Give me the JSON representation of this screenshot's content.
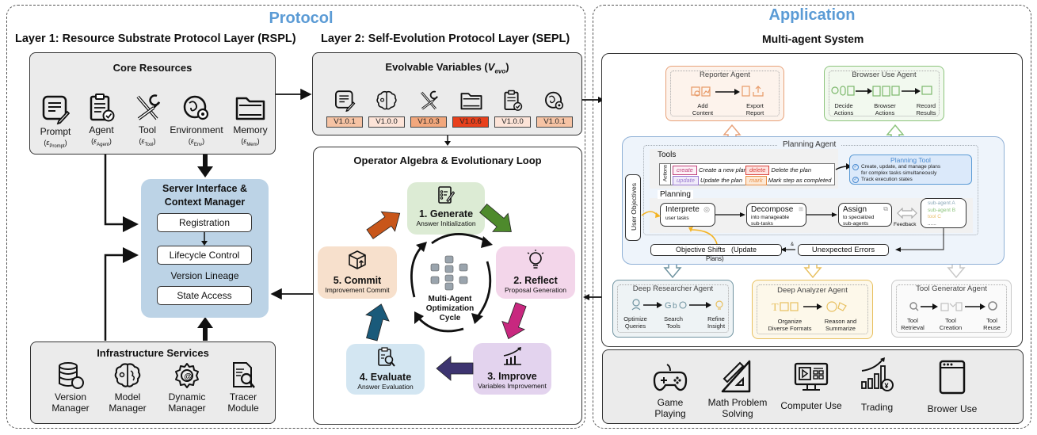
{
  "protocol": {
    "title": "Protocol",
    "layer1": {
      "title": "Layer 1: Resource Substrate Protocol Layer (RSPL)",
      "core_resources": {
        "title": "Core Resources",
        "items": [
          {
            "icon": "prompt-icon",
            "label": "Prompt",
            "symbol": "ε",
            "subscript": "Prompt"
          },
          {
            "icon": "agent-icon",
            "label": "Agent",
            "symbol": "ε",
            "subscript": "Agent"
          },
          {
            "icon": "tool-icon",
            "label": "Tool",
            "symbol": "ε",
            "subscript": "Tool"
          },
          {
            "icon": "environment-icon",
            "label": "Environment",
            "symbol": "ε",
            "subscript": "Env"
          },
          {
            "icon": "memory-icon",
            "label": "Memory",
            "symbol": "ε",
            "subscript": "Mem"
          }
        ]
      },
      "server": {
        "title_line1": "Server Interface &",
        "title_line2": "Context Manager",
        "registration": "Registration",
        "lifecycle": "Lifecycle Control",
        "version_lineage": "Version Lineage",
        "state_access": "State Access"
      },
      "infrastructure": {
        "title": "Infrastructure Services",
        "items": [
          {
            "icon": "version-manager-icon",
            "line1": "Version",
            "line2": "Manager"
          },
          {
            "icon": "model-manager-icon",
            "line1": "Model",
            "line2": "Manager"
          },
          {
            "icon": "dynamic-manager-icon",
            "line1": "Dynamic",
            "line2": "Manager"
          },
          {
            "icon": "tracer-module-icon",
            "line1": "Tracer",
            "line2": "Module"
          }
        ]
      }
    },
    "layer2": {
      "title": "Layer 2: Self-Evolution Protocol Layer (SEPL)",
      "evolvable": {
        "title_prefix": "Evolvable Variables (",
        "title_var": "V",
        "title_sub": "evo",
        "title_suffix": ")",
        "items": [
          {
            "icon": "prompt-icon",
            "version": "V1.0.1",
            "color": "#f6c3a4"
          },
          {
            "icon": "brain-icon",
            "version": "V1.0.0",
            "color": "#fde4d8"
          },
          {
            "icon": "tool-icon",
            "version": "V1.0.3",
            "color": "#f2a77c"
          },
          {
            "icon": "memory-icon",
            "version": "V1.0.6",
            "color": "#e8401c"
          },
          {
            "icon": "agent-icon",
            "version": "V1.0.0",
            "color": "#fde4d8"
          },
          {
            "icon": "environment-icon",
            "version": "V1.0.1",
            "color": "#f6c3a4"
          }
        ]
      },
      "loop": {
        "title": "Operator Algebra & Evolutionary Loop",
        "center_line1": "Multi-Agent",
        "center_line2": "Optimization",
        "center_line3": "Cycle",
        "steps": [
          {
            "title": "1. Generate",
            "subtitle": "Answer Initialization",
            "color": "#dcebd4"
          },
          {
            "title": "2. Reflect",
            "subtitle": "Proposal Generation",
            "color": "#f3d6ea"
          },
          {
            "title": "3. Improve",
            "subtitle": "Variables Improvement",
            "color": "#e3d3ee"
          },
          {
            "title": "4. Evaluate",
            "subtitle": "Answer Evaluation",
            "color": "#d3e6f2"
          },
          {
            "title": "5. Commit",
            "subtitle": "Improvement Commit",
            "color": "#f7e0cc"
          }
        ],
        "arrow_colors": [
          "#4e8a2c",
          "#c8287f",
          "#3d3470",
          "#1a5a7a",
          "#c8561a"
        ]
      }
    }
  },
  "application": {
    "title": "Application",
    "mas_title": "Multi-agent System",
    "reporter": {
      "title": "Reporter Agent",
      "steps": [
        "Add Content",
        "Export Report"
      ],
      "color": "#e8a27a"
    },
    "browser": {
      "title": "Browser Use Agent",
      "steps": [
        "Decide Actions",
        "Browser Actions",
        "Record Results"
      ],
      "color": "#8cc47c"
    },
    "planning": {
      "title": "Planning Agent",
      "user_objectives": "User Objectives",
      "tools_label": "Tools",
      "actions_label": "Actions",
      "actions": [
        {
          "tag": "create",
          "desc": "Create a new plan",
          "color": "#c0407a"
        },
        {
          "tag": "delete",
          "desc": "Delete the plan",
          "color": "#d9403a"
        },
        {
          "tag": "update",
          "desc": "Update the plan",
          "color": "#9a7ad0"
        },
        {
          "tag": "mark",
          "desc": "Mark step as completed",
          "color": "#e89048"
        }
      ],
      "planning_tool": {
        "title": "Planning Tool",
        "line1": "Create, update, and manage plans",
        "line2": "for complex tasks simultaneously",
        "line3": "Track execution states"
      },
      "planning_label": "Planning",
      "interprete": {
        "title": "Interprete",
        "sub": "user tasks"
      },
      "decompose": {
        "title": "Decompose",
        "sub1": "into manageable",
        "sub2": "sub-tasks"
      },
      "assign": {
        "title": "Assign",
        "sub1": "to specialized",
        "sub2": "sub-agents"
      },
      "feedback": "Feedback",
      "subagents": [
        {
          "label": "sub-agent A",
          "color": "#8aa8b8"
        },
        {
          "label": "sub-agent B",
          "color": "#8cc47c"
        },
        {
          "label": "tool C",
          "color": "#e8c070"
        },
        {
          "label": "......",
          "color": "#444"
        }
      ],
      "objective_shifts_line1": "Objective Shifts   (Update",
      "objective_shifts_line2": "Plans)",
      "amp": "&",
      "unexpected_errors": "Unexpected Errors"
    },
    "researcher": {
      "title": "Deep Researcher Agent",
      "steps": [
        [
          "Optimize",
          "Queries"
        ],
        [
          "Search",
          "Tools"
        ],
        [
          "Refine",
          "Insight"
        ]
      ],
      "color": "#6f93a0"
    },
    "analyzer": {
      "title": "Deep Analyzer Agent",
      "steps": [
        [
          "Organize",
          "Diverse Formats"
        ],
        [
          "Reason and",
          "Summarize"
        ]
      ],
      "color": "#e8c060"
    },
    "toolgen": {
      "title": "Tool Generator Agent",
      "steps": [
        [
          "Tool",
          "Retrieval"
        ],
        [
          "Tool",
          "Creation"
        ],
        [
          "Tool",
          "Reuse"
        ]
      ],
      "color": "#c8c8c8"
    },
    "use_cases": [
      {
        "icon": "gamepad-icon",
        "line1": "Game",
        "line2": "Playing"
      },
      {
        "icon": "math-icon",
        "line1": "Math Problem",
        "line2": "Solving"
      },
      {
        "icon": "computer-icon",
        "line1": "Computer Use",
        "line2": ""
      },
      {
        "icon": "trading-icon",
        "line1": "Trading",
        "line2": ""
      },
      {
        "icon": "browser-icon",
        "line1": "Brower Use",
        "line2": ""
      }
    ]
  }
}
